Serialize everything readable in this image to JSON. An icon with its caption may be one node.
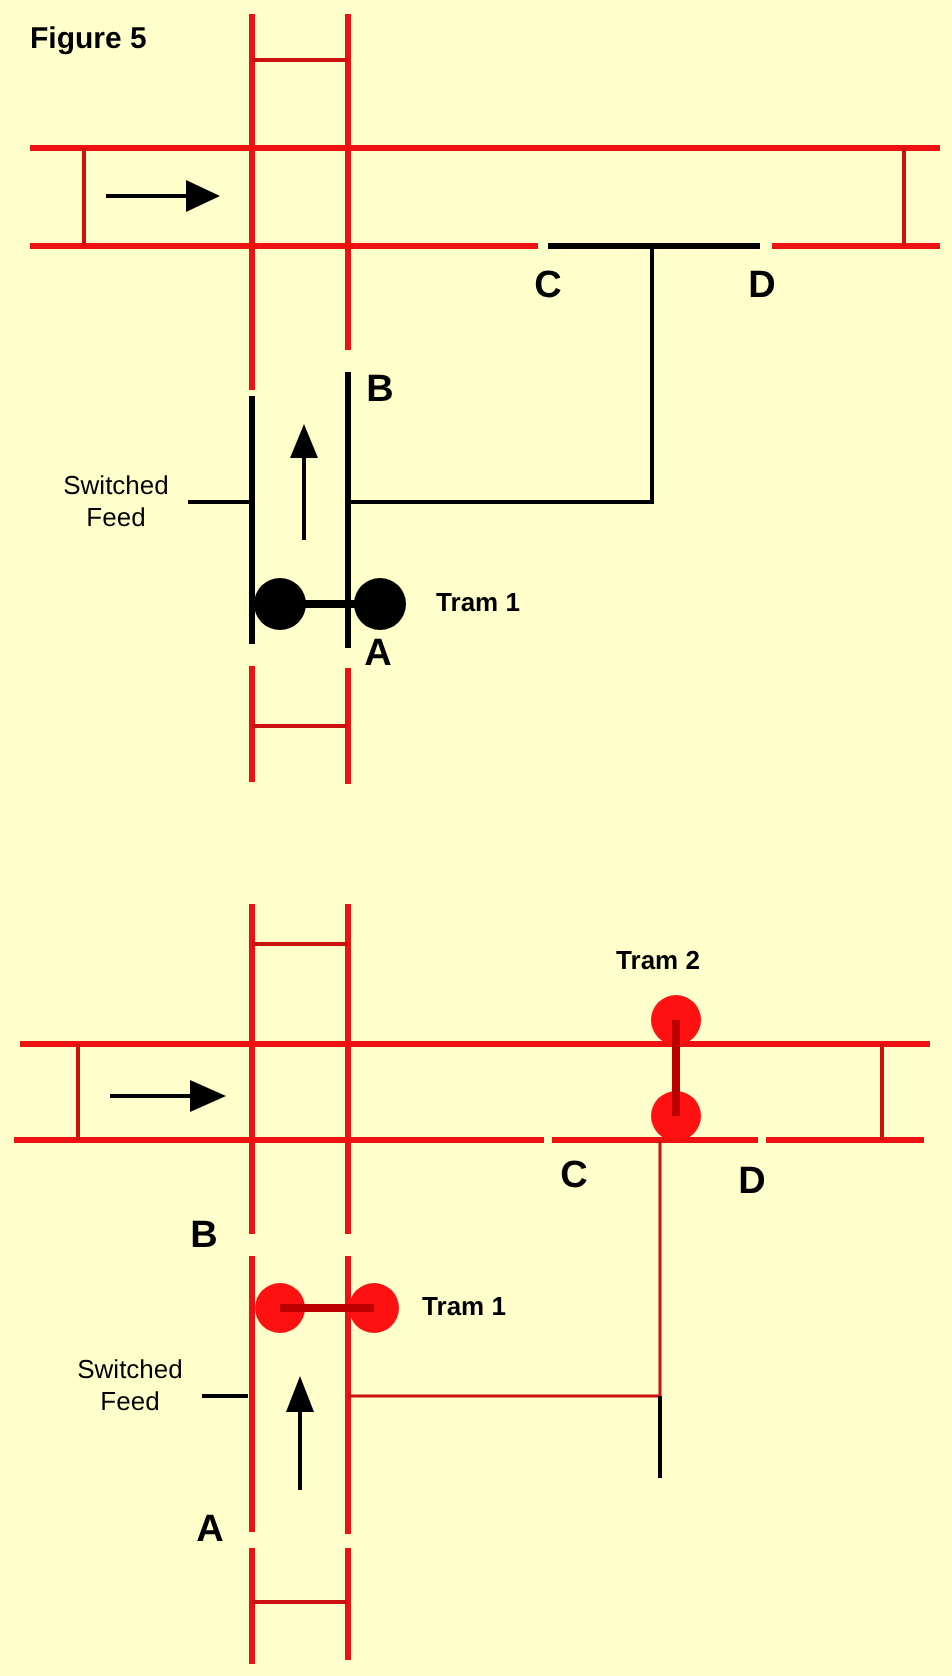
{
  "diagram": {
    "title": "Figure 5",
    "nodes": [
      {
        "text": [
          "Switched Feed"
        ]
      },
      {
        "text": [
          "Switched Feed"
        ]
      }
    ],
    "edges": [
      {
        "from": 0,
        "to": null,
        "arrow": "none"
      },
      {
        "from": 1,
        "to": null,
        "arrow": "none"
      }
    ],
    "labels": [
      "C",
      "D",
      "B",
      "Tram 1",
      "A",
      "Tram 2",
      "C",
      "D",
      "B",
      "Tram 1",
      "A"
    ]
  }
}
